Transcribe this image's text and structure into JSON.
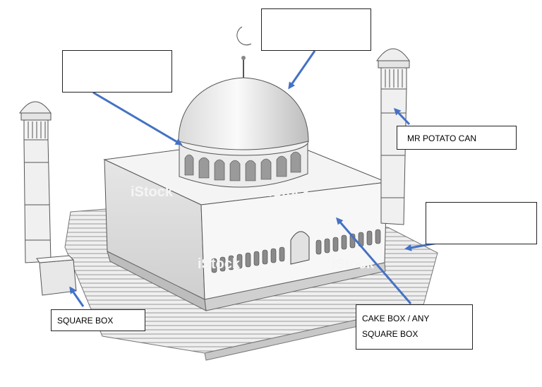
{
  "labels": {
    "top_dome": "",
    "left_drum": "",
    "minaret_right": "MR POTATO CAN",
    "right_base": "",
    "minaret_base": "SQUARE BOX",
    "main_building_line1": "CAKE BOX / ANY",
    "main_building_line2": "SQUARE BOX"
  },
  "watermark": "iStock",
  "colors": {
    "arrow": "#4472c4",
    "box_border": "#222222",
    "drawing_fill": "#f1f1f1",
    "drawing_stroke": "#555555"
  }
}
